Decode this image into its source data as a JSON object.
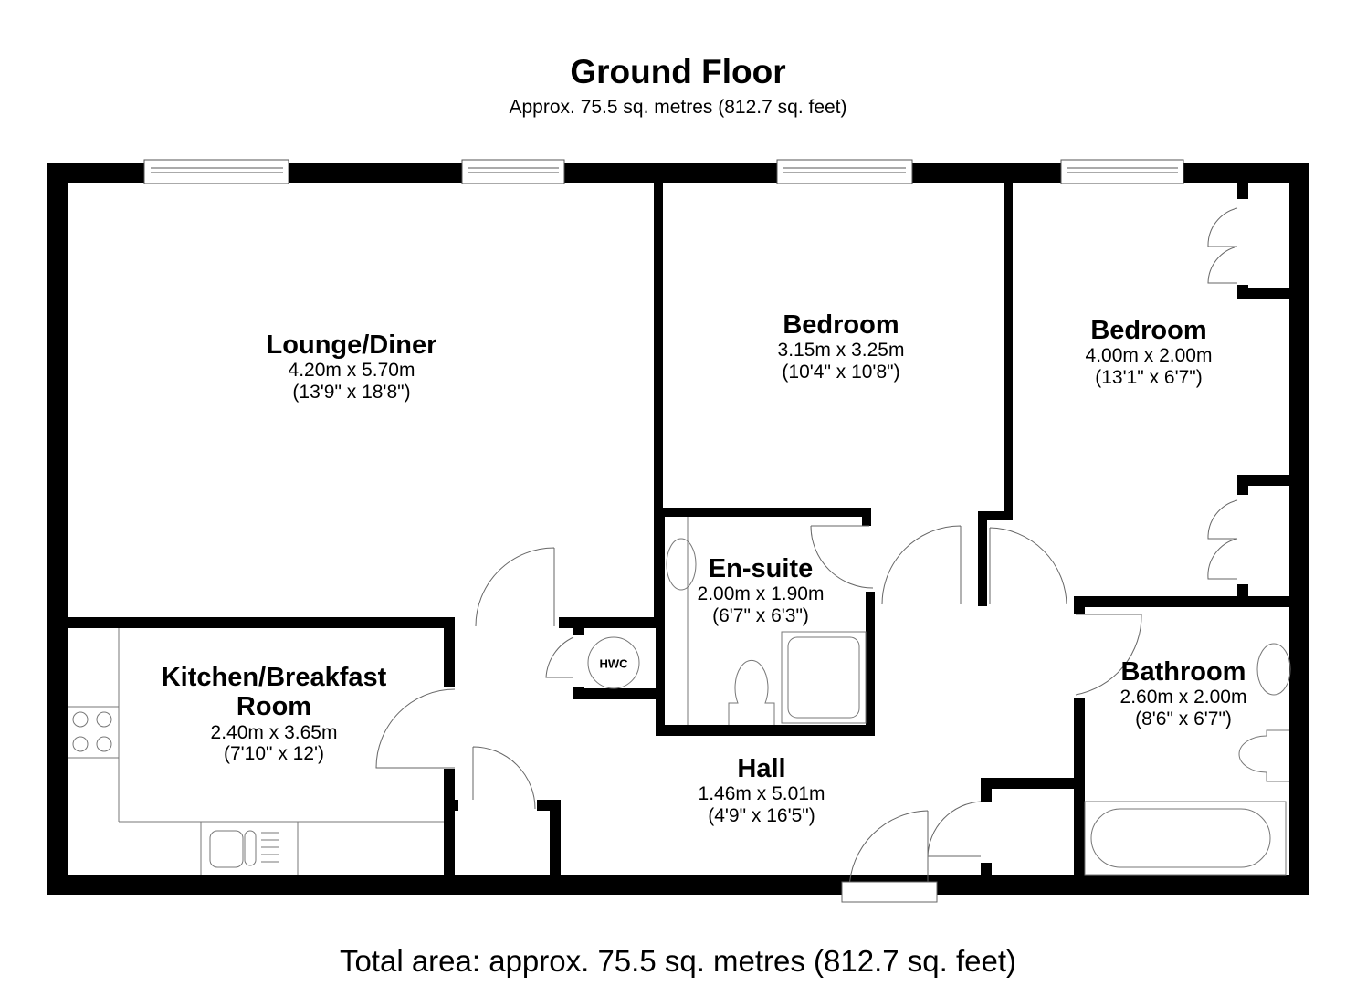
{
  "header": {
    "title": "Ground Floor",
    "subtitle": "Approx. 75.5 sq. metres (812.7 sq. feet)"
  },
  "rooms": [
    {
      "name": "Lounge/Diner",
      "metric": "4.20m x 5.70m",
      "imperial": "(13'9\" x 18'8\")"
    },
    {
      "name": "Bedroom",
      "metric": "3.15m x 3.25m",
      "imperial": "(10'4\" x 10'8\")"
    },
    {
      "name": "Bedroom",
      "metric": "4.00m x 2.00m",
      "imperial": "(13'1\" x 6'7\")"
    },
    {
      "name": "En-suite",
      "metric": "2.00m x 1.90m",
      "imperial": "(6'7\" x 6'3\")"
    },
    {
      "name": "Kitchen/Breakfast Room",
      "name_line1": "Kitchen/Breakfast",
      "name_line2": "Room",
      "metric": "2.40m x 3.65m",
      "imperial": "(7'10\" x 12')"
    },
    {
      "name": "Hall",
      "metric": "1.46m x 5.01m",
      "imperial": "(4'9\" x 16'5\")"
    },
    {
      "name": "Bathroom",
      "metric": "2.60m x 2.00m",
      "imperial": "(8'6\" x 6'7\")"
    }
  ],
  "fixtures": {
    "hwc_label": "HWC"
  },
  "footer": {
    "total_area": "Total area: approx. 75.5 sq. metres (812.7 sq. feet)"
  },
  "colors": {
    "wall": "#000000",
    "background": "#ffffff",
    "fixture_line": "#666666"
  }
}
